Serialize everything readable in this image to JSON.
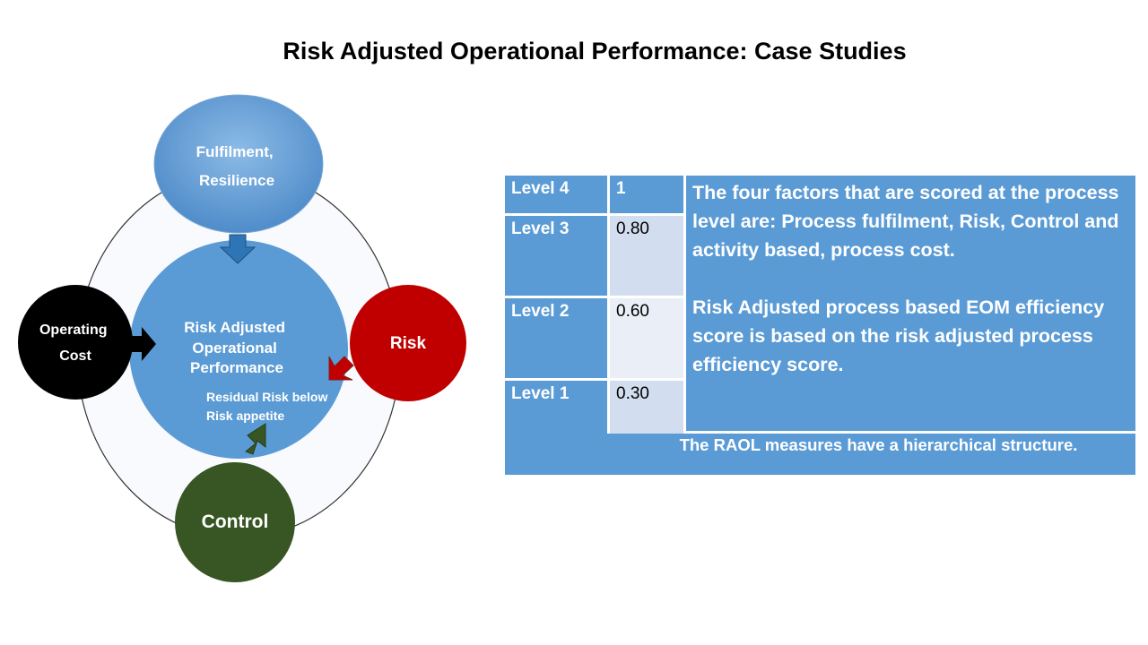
{
  "title": "Risk Adjusted Operational Performance: Case Studies",
  "diagram": {
    "top_node": {
      "lines": [
        "Fulfilment,",
        "Resilience"
      ],
      "color": "#5b9bd5"
    },
    "center_node": {
      "lines": [
        "Risk Adjusted",
        "Operational",
        "Performance"
      ],
      "color": "#5b9bd5"
    },
    "center_note": {
      "lines": [
        "Residual Risk below",
        "Risk appetite"
      ]
    },
    "left_node": {
      "lines": [
        "Operating",
        "Cost"
      ],
      "color": "#000000"
    },
    "right_node": {
      "label": "Risk",
      "color": "#c00000"
    },
    "bottom_node": {
      "label": "Control",
      "color": "#375623"
    },
    "arrow_colors": {
      "top": "#2e75b6",
      "left": "#000000",
      "right": "#c00000",
      "bottom": "#375623"
    }
  },
  "levels": [
    {
      "level": "Level 4",
      "value": "1"
    },
    {
      "level": "Level 3",
      "value": "0.80"
    },
    {
      "level": "Level 2",
      "value": "0.60"
    },
    {
      "level": "Level 1",
      "value": "0.30"
    }
  ],
  "description": {
    "paragraph1": "The four factors that are scored at the process level are: Process fulfilment, Risk, Control and activity based, process cost.",
    "paragraph2": "Risk Adjusted process based EOM efficiency score is based on the risk adjusted process efficiency score."
  },
  "footer": "The RAOL measures have a hierarchical structure."
}
